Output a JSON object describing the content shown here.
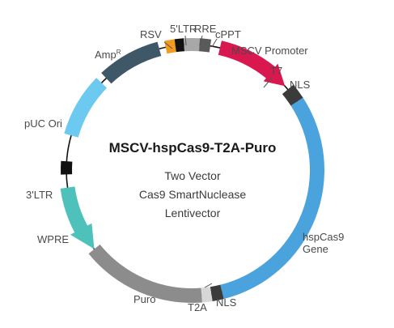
{
  "map": {
    "title": "MSCV-hspCas9-T2A-Puro",
    "subtitle": [
      "Two Vector",
      "Cas9 SmartNuclease",
      "Lentivector"
    ]
  },
  "labels": {
    "rsv": "RSV",
    "ltr5": "5'LTR",
    "rre": "RRE",
    "cppt": "cPPT",
    "amp": "Amp",
    "amp_sup": "R",
    "mscv": "MSCV Promoter",
    "t7": "T7",
    "nls_top": "NLS",
    "puc": "pUC Ori",
    "ltr3": "3'LTR",
    "wpre": "WPRE",
    "cas9_line1": "hspCas9",
    "cas9_line2": "Gene",
    "puro": "Puro",
    "t2a": "T2A",
    "nls_bottom": "NLS"
  },
  "feature_colors": {
    "backbone": "#111111",
    "cas9": "#4aa3dc",
    "mscv_promoter": "#d9184f",
    "nls": "#3b3b3b",
    "t2a": "#d7d7d7",
    "puro": "#8c8c8c",
    "wpre": "#4fc1bb",
    "ltr": "#111111",
    "puc_ori": "#6cc9f0",
    "amp": "#3f5868",
    "rsv": "#f39a1e",
    "ltr5": "#111111",
    "rre": "#a8a8a8",
    "cppt": "#5a5a5a"
  }
}
